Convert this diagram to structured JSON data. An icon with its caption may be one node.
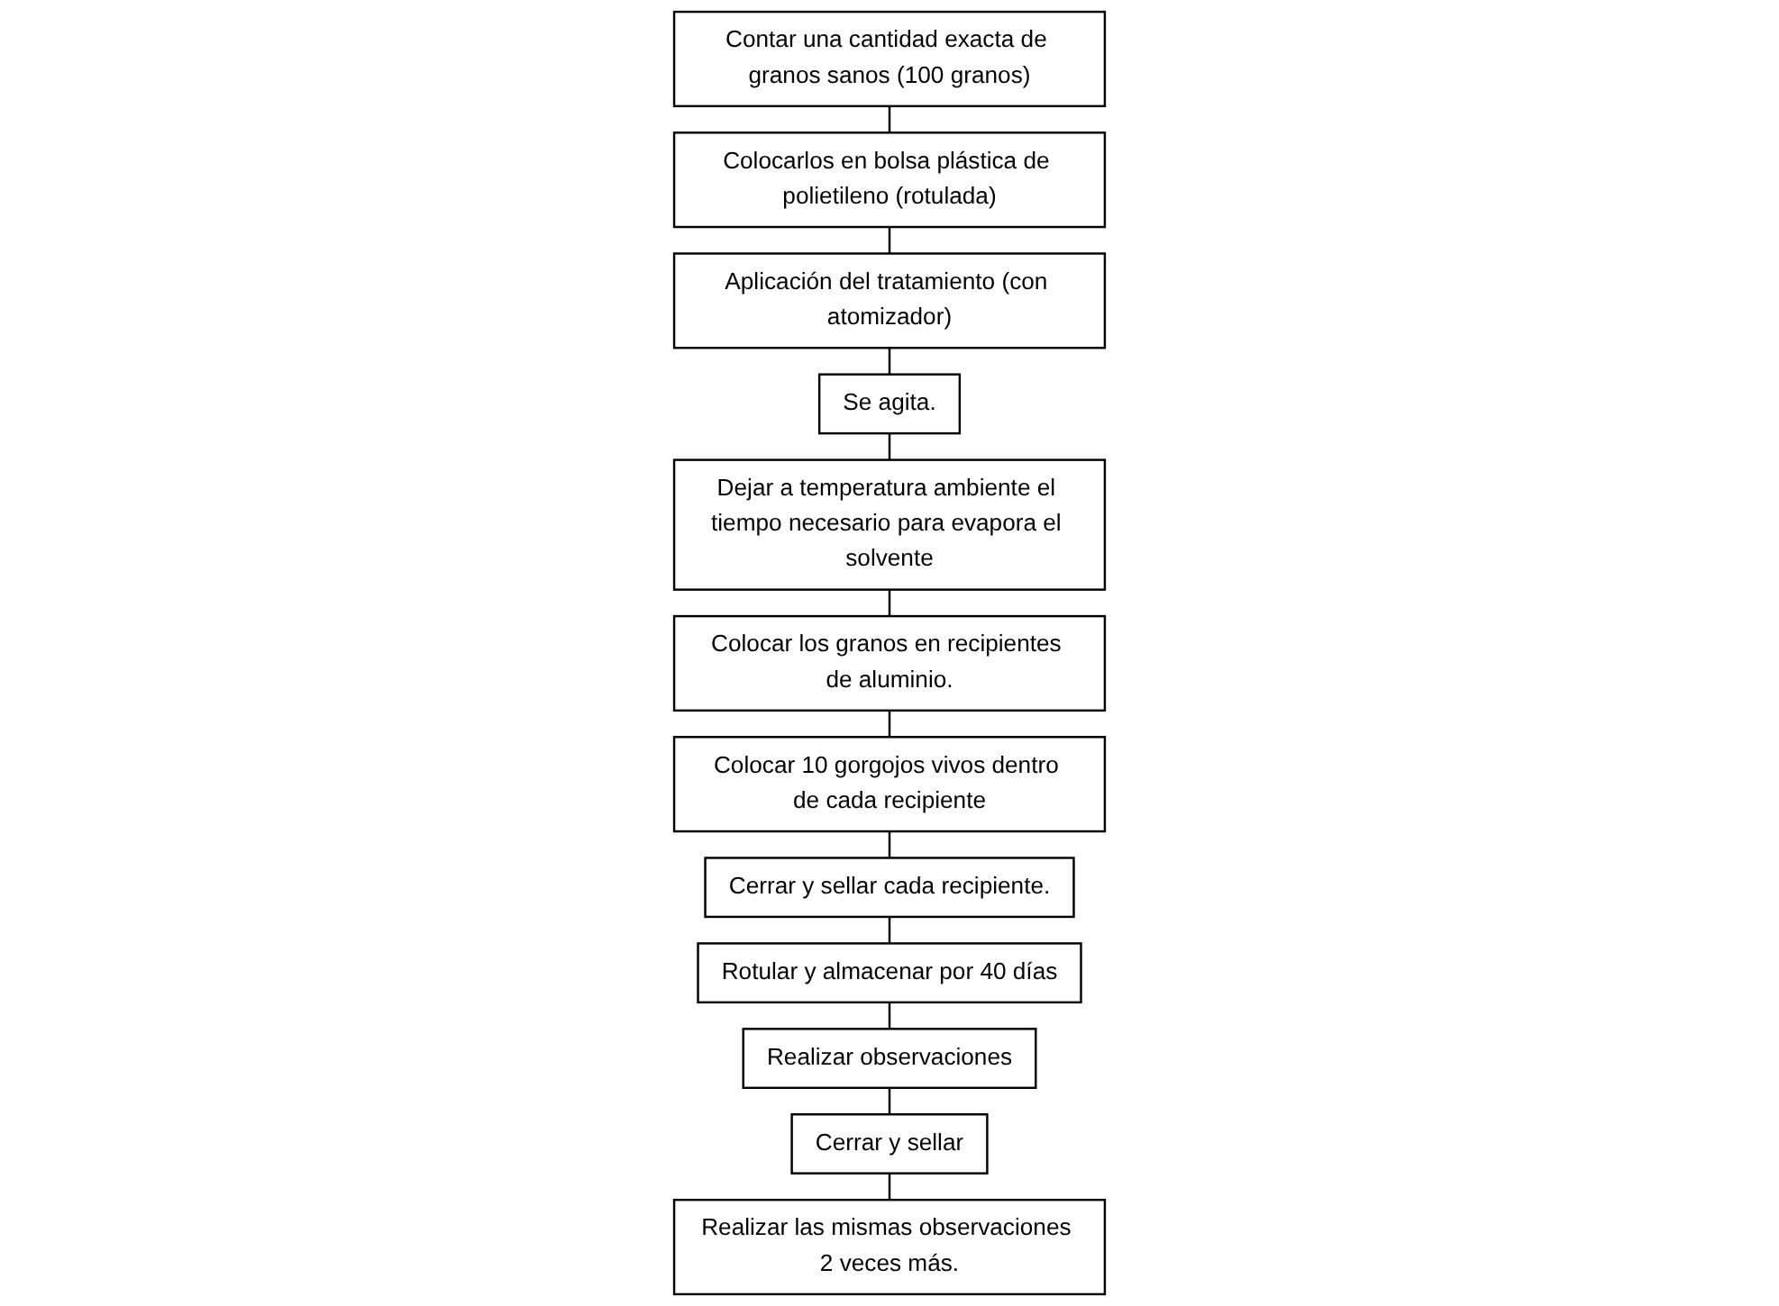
{
  "diagram": {
    "nodes": [
      {
        "text": [
          "Contar una cantidad exacta de granos sanos (100 granos)"
        ]
      },
      {
        "text": [
          "Colocarlos en bolsa plástica de polietileno (rotulada)"
        ]
      },
      {
        "text": [
          "Aplicación del tratamiento (con atomizador)"
        ]
      },
      {
        "text": [
          "Colocar los granos en recipientes de aluminio."
        ]
      },
      {
        "text": [
          "Dejar a temperatura ambiente el tiempo necesario para evapora el solvente"
        ]
      },
      {
        "text": [
          "Se agita."
        ]
      },
      {
        "text": [
          "Colocar 10 gorgojos vivos dentro de cada recipiente"
        ]
      },
      {
        "text": [
          "Cerrar y sellar cada recipiente."
        ]
      },
      {
        "text": [
          "Rotular y almacenar por 40 días"
        ]
      },
      {
        "text": [
          "Realizar las mismas observaciones 2 veces más."
        ]
      },
      {
        "text": [
          "Cerrar y sellar"
        ]
      },
      {
        "text": [
          "Realizar observaciones"
        ]
      }
    ],
    "edges": [
      {
        "from": 0,
        "to": 1,
        "arrow": "none"
      },
      {
        "from": 1,
        "to": 2,
        "arrow": "none"
      },
      {
        "from": 2,
        "to": 5,
        "arrow": "none"
      },
      {
        "from": 5,
        "to": 4,
        "arrow": "none"
      },
      {
        "from": 4,
        "to": 3,
        "arrow": "none"
      },
      {
        "from": 3,
        "to": 6,
        "arrow": "none"
      },
      {
        "from": 6,
        "to": 7,
        "arrow": "none"
      },
      {
        "from": 7,
        "to": 8,
        "arrow": "none"
      },
      {
        "from": 8,
        "to": 11,
        "arrow": "none"
      },
      {
        "from": 11,
        "to": 10,
        "arrow": "none"
      },
      {
        "from": 10,
        "to": 9,
        "arrow": "none"
      }
    ]
  }
}
